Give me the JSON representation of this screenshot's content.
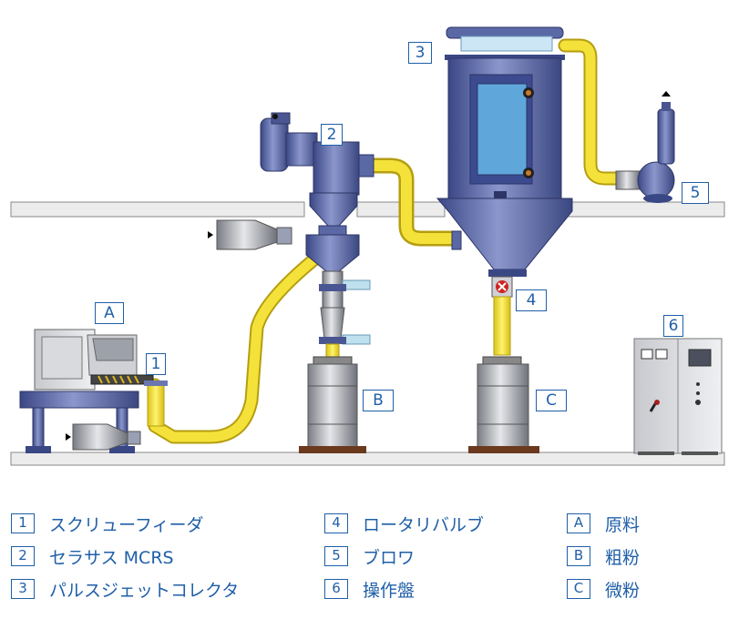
{
  "tags": {
    "t1": "1",
    "t2": "2",
    "t3": "3",
    "t4": "4",
    "t5": "5",
    "t6": "6",
    "tA": "A",
    "tB": "B",
    "tC": "C"
  },
  "legend": {
    "col1": [
      {
        "key": "1",
        "text": "スクリューフィーダ"
      },
      {
        "key": "2",
        "text": "セラサス MCRS"
      },
      {
        "key": "3",
        "text": "パルスジェットコレクタ"
      }
    ],
    "col2": [
      {
        "key": "4",
        "text": "ロータリバルブ"
      },
      {
        "key": "5",
        "text": "ブロワ"
      },
      {
        "key": "6",
        "text": "操作盤"
      }
    ],
    "col3": [
      {
        "key": "A",
        "text": "原料"
      },
      {
        "key": "B",
        "text": "粗粉"
      },
      {
        "key": "C",
        "text": "微粉"
      }
    ]
  },
  "colors": {
    "label_blue": "#1f5fa8",
    "pipe_yellow": "#f4e23a",
    "equipment_blue": "#5a6aa8",
    "floor_gray": "#e8e8e8"
  }
}
